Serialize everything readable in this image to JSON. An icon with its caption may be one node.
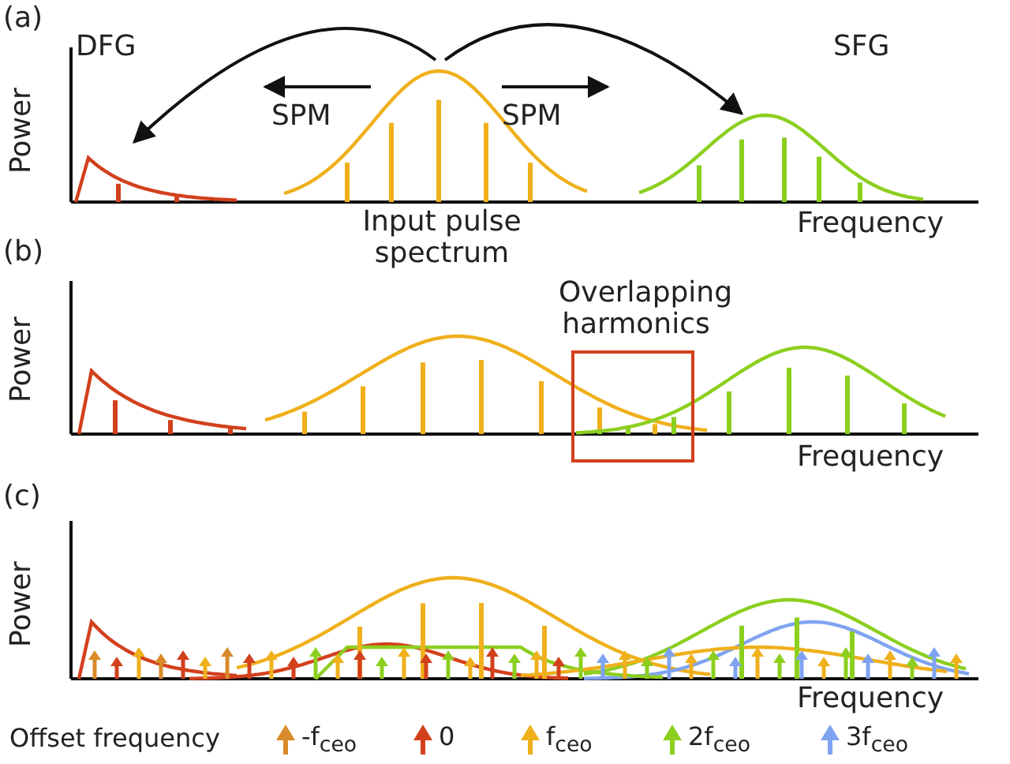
{
  "diagram": {
    "nodes": [
      {
        "text": [
          "Overlapping harmonics"
        ]
      }
    ],
    "edges": [],
    "labels": [
      "(a)",
      "DFG",
      "SFG",
      "SPM",
      "SPM",
      "Power",
      "Input pulse spectrum",
      "Frequency",
      "(b)",
      "Power",
      "Frequency",
      "(c)",
      "Power",
      "Frequency",
      "Offset frequency"
    ],
    "legend": [
      {
        "text": "-f$_{ceo}$",
        "color": "#d98a2a"
      },
      {
        "text": "0",
        "color": "#d2401c"
      },
      {
        "text": "f$_{ceo}$",
        "color": "#efb01b"
      },
      {
        "text": "2f$_{ceo}$",
        "color": "#8ccf1f"
      },
      {
        "text": "3f$_{ceo}$",
        "color": "#7fa3f0"
      }
    ]
  }
}
